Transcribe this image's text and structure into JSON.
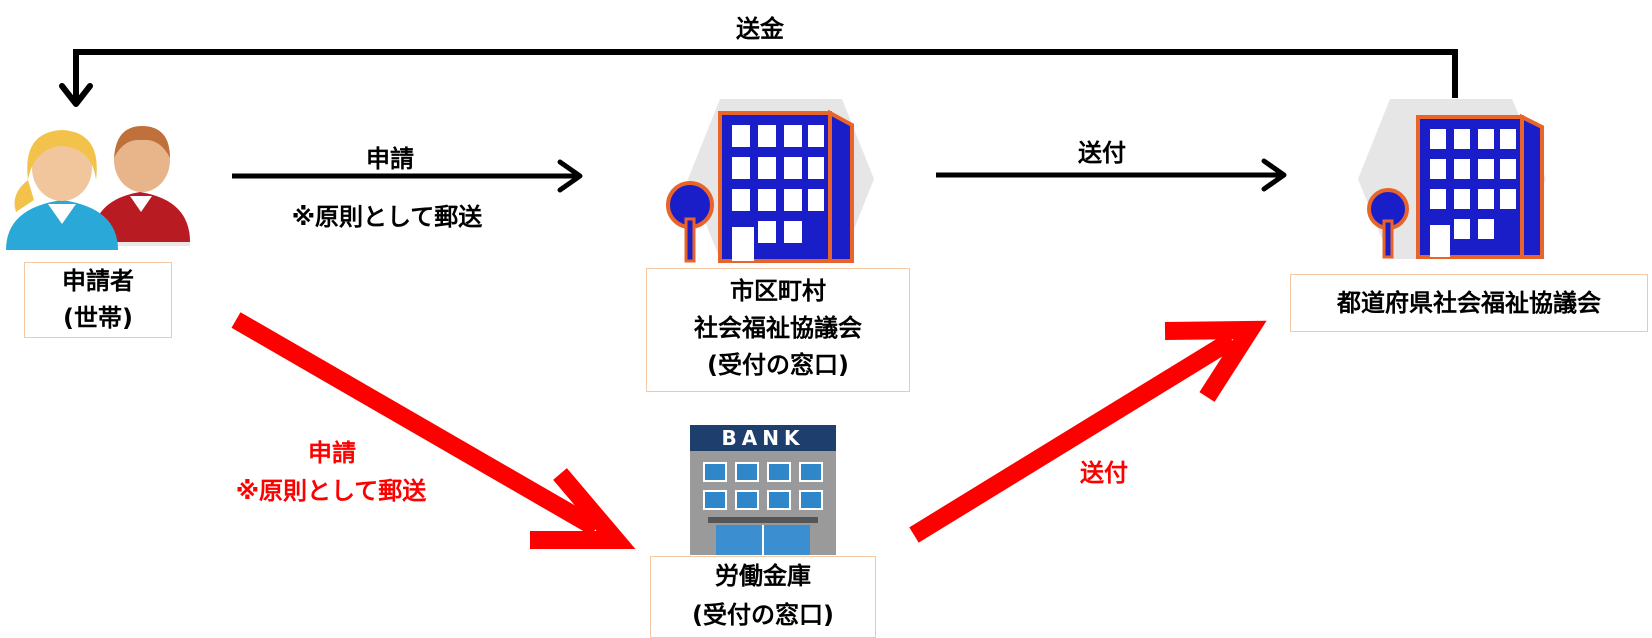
{
  "colors": {
    "black_arrow": "#000000",
    "red_arrow": "#ff0000",
    "building_blue": "#1a1ec8",
    "building_outline": "#e8642a",
    "box_border": "#f4c8a2"
  },
  "icons": {
    "applicant": "people-icon",
    "council": "office-building-icon",
    "bank": "bank-building-icon"
  },
  "labels": {
    "top_remittance": "送金",
    "apply_black_title": "申請",
    "apply_black_note": "※原則として郵送",
    "send_black": "送付",
    "apply_red_title": "申請",
    "apply_red_note": "※原則として郵送",
    "send_red": "送付",
    "bank_sign": "BANK"
  },
  "nodes": {
    "applicant": {
      "line1": "申請者",
      "line2": "(世帯)"
    },
    "municipal": {
      "line1": "市区町村",
      "line2": "社会福祉協議会",
      "line3": "(受付の窓口)"
    },
    "prefectural": {
      "line1": "都道府県社会福祉協議会"
    },
    "bank": {
      "line1": "労働金庫",
      "line2": "(受付の窓口)"
    }
  }
}
